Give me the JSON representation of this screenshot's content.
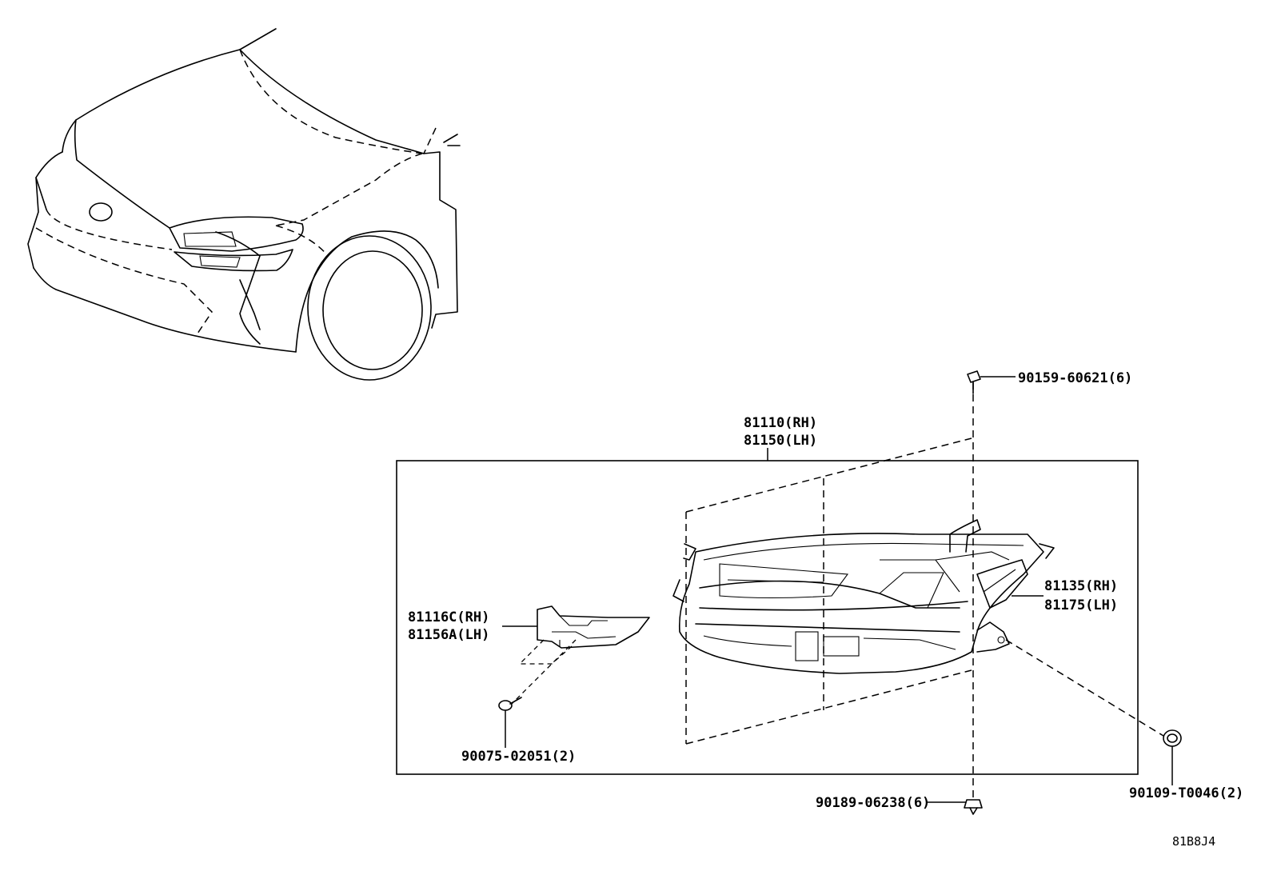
{
  "labels": {
    "headlamp_rh": "81110(RH)",
    "headlamp_lh": "81150(LH)",
    "bolt_top": "90159-60621(6)",
    "bracket_rh": "81135(RH)",
    "bracket_lh": "81175(LH)",
    "cover_rh": "81116C(RH)",
    "cover_lh": "81156A(LH)",
    "screw_cover": "90075-02051(2)",
    "nut_bottom": "90189-06238(6)",
    "clip_right": "90109-T0046(2)",
    "diagram_code": "81B8J4"
  }
}
